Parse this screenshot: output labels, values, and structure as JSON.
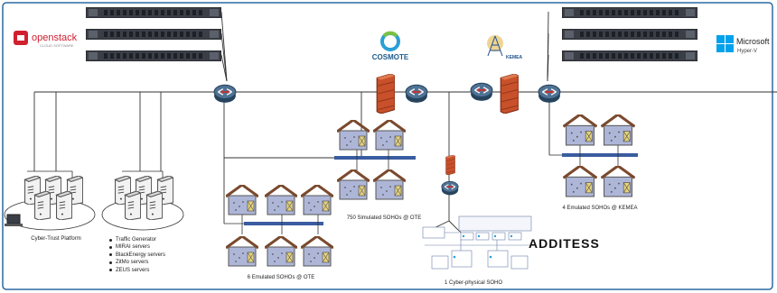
{
  "logos": {
    "openstack": {
      "name": "openstack",
      "tagline": "CLOUD SOFTWARE",
      "color": "#d0202f"
    },
    "cosmote": {
      "name": "COSMOTE",
      "color": "#2a9fd6"
    },
    "kemea": {
      "name": "KEMEA",
      "color": "#1c4f8c"
    },
    "microsoft": {
      "name": "Microsoft",
      "product": "Hyper-V",
      "color": "#00a2ed"
    },
    "additess": {
      "name": "ADDITESS",
      "color": "#111111"
    }
  },
  "labels": {
    "platform": "Cyber-Trust Platform",
    "simulated_sohos": "750 Simulated SOHOs @ OTE",
    "emulated_sohos_ote": "6 Emulated SOHOs @ OTE",
    "emulated_sohos_kemea": "4 Emulated SOHOs @ KEMEA",
    "cyber_physical": "1 Cyber-physical SOHO"
  },
  "servers_list": [
    "Traffic Generator",
    "MIRAI servers",
    "BlackEnergy servers",
    "ZitMo servers",
    "ZEUS servers"
  ],
  "colors": {
    "frame": "#2b6aa3",
    "house_wall": "#aeb6d8",
    "house_roof": "#7a4a2e",
    "router": "#2f4f6f",
    "firewall": "#c8502a",
    "bus": "#3a5ca0"
  }
}
